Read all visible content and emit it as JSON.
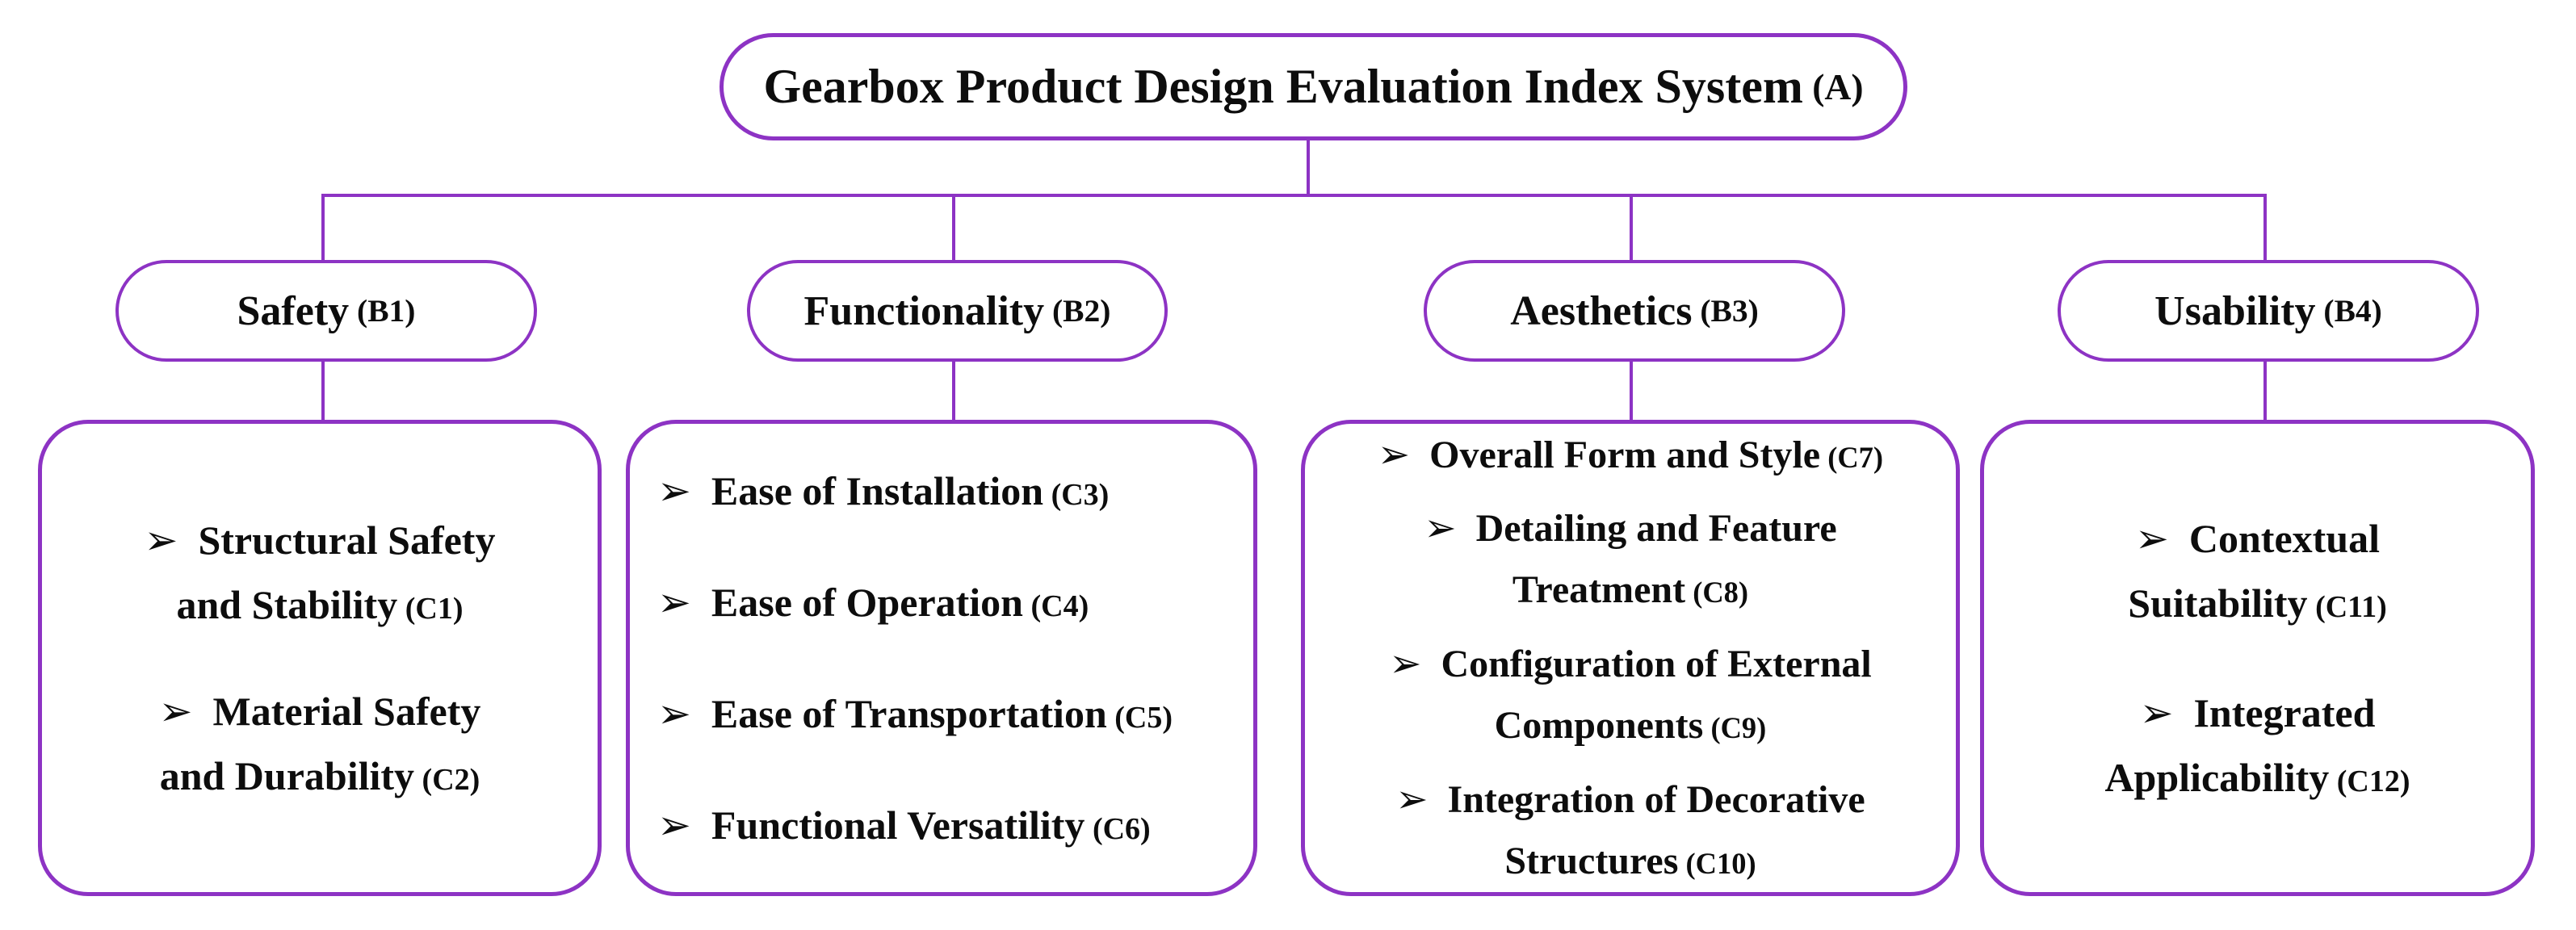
{
  "colors": {
    "accent": "#8d33c4",
    "text": "#0d0d0d",
    "background": "#ffffff"
  },
  "icons": {
    "bullet": "➢"
  },
  "tree": {
    "root": {
      "label": "Gearbox Product Design Evaluation Index System",
      "code": "(A)"
    },
    "branches": [
      {
        "label": "Safety",
        "code": "(B1)",
        "children": [
          {
            "lines": [
              "Structural Safety",
              "and Stability"
            ],
            "code": "(C1)"
          },
          {
            "lines": [
              "Material Safety",
              "and Durability"
            ],
            "code": "(C2)"
          }
        ]
      },
      {
        "label": "Functionality",
        "code": "(B2)",
        "children": [
          {
            "lines": [
              "Ease of Installation"
            ],
            "code": "(C3)"
          },
          {
            "lines": [
              "Ease of Operation"
            ],
            "code": "(C4)"
          },
          {
            "lines": [
              "Ease of Transportation"
            ],
            "code": "(C5)"
          },
          {
            "lines": [
              "Functional Versatility"
            ],
            "code": "(C6)"
          }
        ]
      },
      {
        "label": "Aesthetics",
        "code": "(B3)",
        "children": [
          {
            "lines": [
              "Overall Form and Style"
            ],
            "code": "(C7)"
          },
          {
            "lines": [
              "Detailing and Feature",
              "Treatment"
            ],
            "code": "(C8)"
          },
          {
            "lines": [
              "Configuration of External",
              "Components"
            ],
            "code": "(C9)"
          },
          {
            "lines": [
              "Integration of Decorative",
              "Structures"
            ],
            "code": "(C10)"
          }
        ]
      },
      {
        "label": "Usability",
        "code": "(B4)",
        "children": [
          {
            "lines": [
              "Contextual",
              "Suitability"
            ],
            "code": "(C11)"
          },
          {
            "lines": [
              "Integrated",
              "Applicability"
            ],
            "code": "(C12)"
          }
        ]
      }
    ]
  }
}
